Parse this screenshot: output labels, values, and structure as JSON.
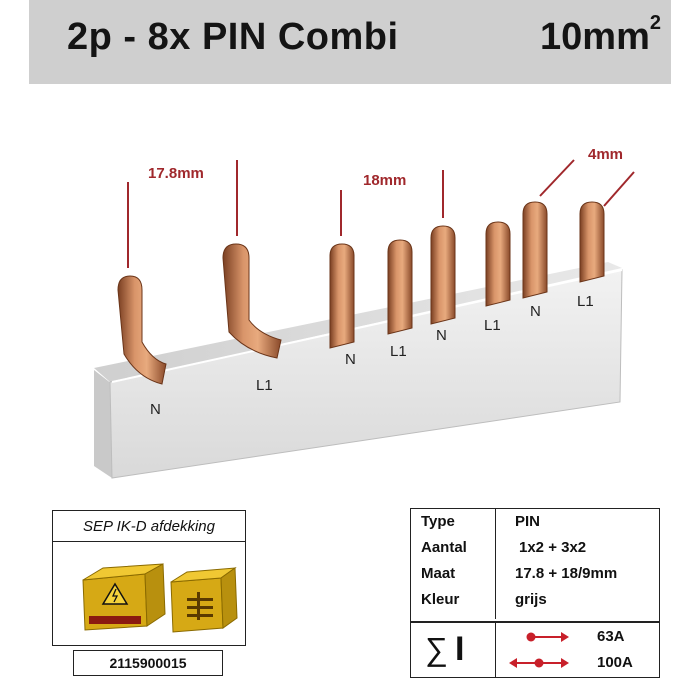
{
  "header": {
    "title": "2p - 8x PIN Combi",
    "size_main": "10mm",
    "size_sup": "2",
    "bg_color": "#cfcfcf"
  },
  "product": {
    "pin_labels": [
      "N",
      "L1",
      "N",
      "L1",
      "N",
      "L1",
      "N",
      "L1"
    ],
    "dimensions": [
      "17.8mm",
      "18mm",
      "4mm"
    ],
    "copper_color": "#c98657",
    "body_color": "#e6e6e6",
    "dim_color": "#a0282c"
  },
  "accessory": {
    "title": "SEP IK-D afdekking",
    "code": "2115900015",
    "color": "#e0b820"
  },
  "specs": {
    "rows": [
      {
        "label": "Type",
        "value": "PIN"
      },
      {
        "label": "Aantal",
        "value": "1x2 + 3x2"
      },
      {
        "label": "Maat",
        "value": "17.8 + 18/9mm"
      },
      {
        "label": "Kleur",
        "value": "grijs"
      }
    ],
    "sum_symbol": "∑",
    "current_symbol": "I",
    "currents": [
      "63A",
      "100A"
    ],
    "accent": "#c8202a"
  }
}
